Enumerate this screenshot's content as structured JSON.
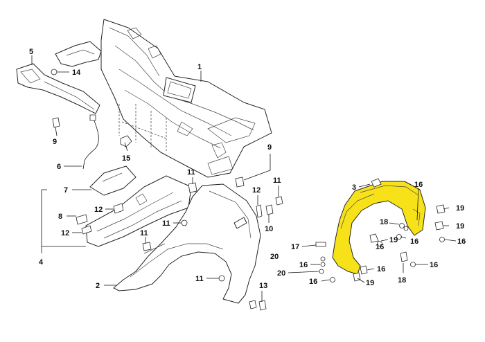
{
  "diagram": {
    "highlight_color": "#f7e21a",
    "callouts": {
      "c1": "1",
      "c2": "2",
      "c3": "3",
      "c4": "4",
      "c5": "5",
      "c6": "6",
      "c7": "7",
      "c8": "8",
      "c9a": "9",
      "c9b": "9",
      "c10": "10",
      "c11a": "11",
      "c11b": "11",
      "c11c": "11",
      "c11d": "11",
      "c11e": "11",
      "c12a": "12",
      "c12b": "12",
      "c12c": "12",
      "c13": "13",
      "c14": "14",
      "c15": "15",
      "c16a": "16",
      "c16b": "16",
      "c16c": "16",
      "c16d": "16",
      "c16e": "16",
      "c16f": "16",
      "c16g": "16",
      "c17": "17",
      "c18a": "18",
      "c18b": "18",
      "c19a": "19",
      "c19b": "19",
      "c19c": "19",
      "c19d": "19",
      "c20a": "20",
      "c20b": "20"
    }
  }
}
